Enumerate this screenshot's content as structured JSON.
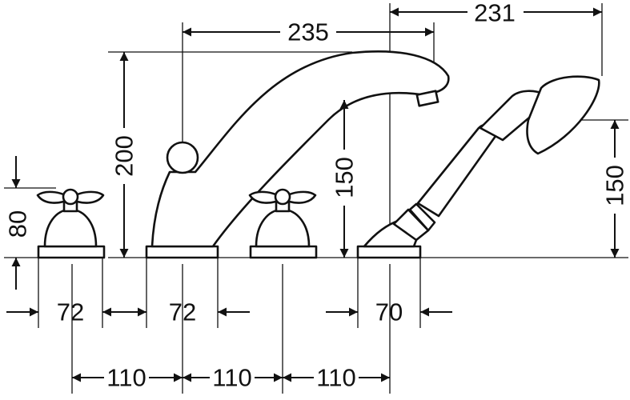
{
  "dimensions": {
    "spout_reach": "235",
    "shower_reach": "231",
    "spout_height": "200",
    "spout_outlet_height": "150",
    "shower_holder_height": "150",
    "handle_height": "80",
    "handle_base_width_left": "72",
    "spout_base_width": "72",
    "shower_base_width": "70",
    "spacing_1": "110",
    "spacing_2": "110",
    "spacing_3": "110"
  }
}
